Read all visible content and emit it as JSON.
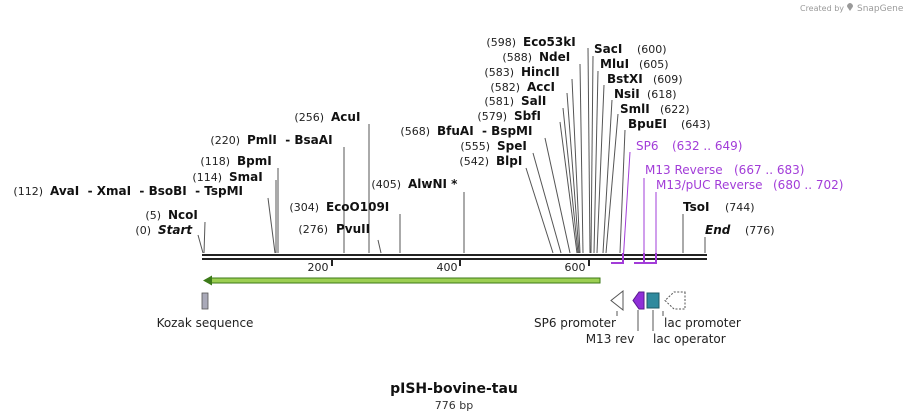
{
  "credit": {
    "text": "Created by",
    "brand": "SnapGene"
  },
  "map": {
    "name": "pISH-bovine-tau",
    "length_label": "776 bp",
    "length": 776,
    "scale_ticks": [
      200,
      400,
      600
    ]
  },
  "sites": [
    {
      "pos": "(0)",
      "name": "Start",
      "bp": 0,
      "style": "italic"
    },
    {
      "pos": "(5)",
      "name": "NcoI",
      "bp": 5
    },
    {
      "pos": "(112)",
      "name": "AvaI  - XmaI  - BsoBI  - TspMI",
      "bp": 112
    },
    {
      "pos": "(114)",
      "name": "SmaI",
      "bp": 114
    },
    {
      "pos": "(118)",
      "name": "BpmI",
      "bp": 118
    },
    {
      "pos": "(220)",
      "name": "PmlI  - BsaAI",
      "bp": 220
    },
    {
      "pos": "(256)",
      "name": "AcuI",
      "bp": 256
    },
    {
      "pos": "(276)",
      "name": "PvuII",
      "bp": 276
    },
    {
      "pos": "(304)",
      "name": "EcoO109I",
      "bp": 304
    },
    {
      "pos": "(405)",
      "name": "AlwNI *",
      "bp": 405
    },
    {
      "pos": "(542)",
      "name": "BlpI",
      "bp": 542
    },
    {
      "pos": "(555)",
      "name": "SpeI",
      "bp": 555
    },
    {
      "pos": "(568)",
      "name": "BfuAI  - BspMI",
      "bp": 568
    },
    {
      "pos": "(579)",
      "name": "SbfI",
      "bp": 579
    },
    {
      "pos": "(581)",
      "name": "SalI",
      "bp": 581
    },
    {
      "pos": "(582)",
      "name": "AccI",
      "bp": 582
    },
    {
      "pos": "(583)",
      "name": "HincII",
      "bp": 583
    },
    {
      "pos": "(588)",
      "name": "NdeI",
      "bp": 588
    },
    {
      "pos": "(598)",
      "name": "Eco53kI",
      "bp": 598
    },
    {
      "pos": "(600)",
      "name": "SacI",
      "bp": 600
    },
    {
      "pos": "(605)",
      "name": "MluI",
      "bp": 605
    },
    {
      "pos": "(609)",
      "name": "BstXI",
      "bp": 609
    },
    {
      "pos": "(618)",
      "name": "NsiI",
      "bp": 618
    },
    {
      "pos": "(622)",
      "name": "SmlI",
      "bp": 622
    },
    {
      "pos": "(643)",
      "name": "BpuEI",
      "bp": 643
    },
    {
      "pos": "(744)",
      "name": "TsoI",
      "bp": 744
    },
    {
      "pos": "(776)",
      "name": "End",
      "bp": 776,
      "style": "italic"
    }
  ],
  "primers": [
    {
      "name": "SP6",
      "range": "(632 .. 649)",
      "start": 632,
      "end": 649
    },
    {
      "name": "M13 Reverse",
      "range": "(667 .. 683)",
      "start": 667,
      "end": 683
    },
    {
      "name": "M13/pUC Reverse",
      "range": "(680 .. 702)",
      "start": 680,
      "end": 702
    }
  ],
  "features": [
    {
      "label": "Kozak sequence"
    },
    {
      "label": "SP6 promoter"
    },
    {
      "label": "M13 rev"
    },
    {
      "label": "lac promoter"
    },
    {
      "label": "lac operator"
    }
  ],
  "colors": {
    "primer": "#a23cd8",
    "orf": "#9ccf52",
    "orf_edge": "#3c7a18",
    "kozak": "#a9a9b8",
    "lac_operator": "#2f8a9e",
    "m13": "#8f2fd8"
  }
}
